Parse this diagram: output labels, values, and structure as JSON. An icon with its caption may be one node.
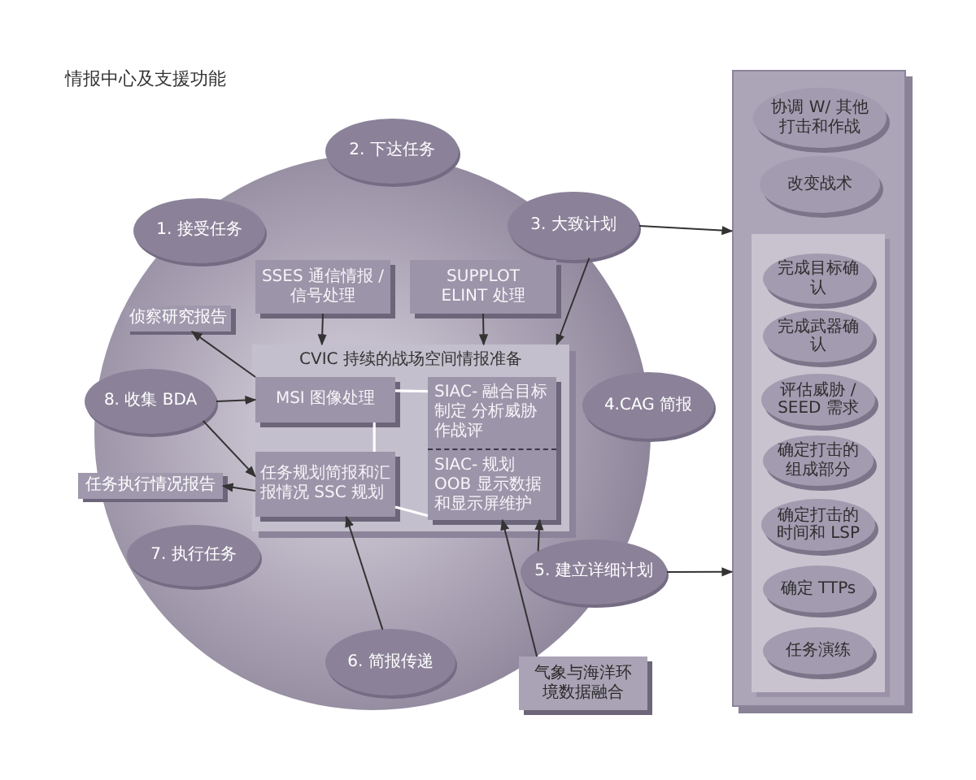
{
  "diagram": {
    "title": "情报中心及支援功能",
    "nodes": [
      {
        "text": [
          "1. 接受任务"
        ]
      },
      {
        "text": [
          "2. 下达任务"
        ]
      },
      {
        "text": [
          "3. 大致计划"
        ]
      },
      {
        "text": [
          "4.CAG 简报"
        ]
      },
      {
        "text": [
          "5. 建立详细计划"
        ]
      },
      {
        "text": [
          "6. 简报传递"
        ]
      },
      {
        "text": [
          "7. 执行任务"
        ]
      },
      {
        "text": [
          "8. 收集 BDA"
        ]
      },
      {
        "text": [
          "SSES 通信情报 / 信号处理"
        ]
      },
      {
        "text": [
          "SUPPLOT ELINT 处理"
        ]
      },
      {
        "text": [
          "CVIC 持续的战场空间情报准备"
        ]
      },
      {
        "text": [
          "MSI 图像处理"
        ],
        "in": 10
      },
      {
        "text": [
          "任务规划简报和汇报情况 SSC 规划"
        ],
        "in": 10
      },
      {
        "text": [
          "SIAC- 融合目标制定 分析威胁作战评",
          "SIAC- 规划 OOB 显示数据和显示屏维护"
        ],
        "in": 10
      },
      {
        "text": [
          "侦察研究报告"
        ]
      },
      {
        "text": [
          "任务执行情况报告"
        ]
      },
      {
        "text": [
          "气象与海洋环境数据融合"
        ]
      },
      {
        "text": [],
        "shape": "box"
      },
      {
        "text": [
          "协调 W/ 其他打击和作战"
        ],
        "in": 17
      },
      {
        "text": [
          "改变战术"
        ],
        "in": 17
      },
      {
        "text": [],
        "shape": "box",
        "in": 17
      },
      {
        "text": [
          "完成目标确认"
        ],
        "in": 20
      },
      {
        "text": [
          "完成武器确认"
        ],
        "in": 20
      },
      {
        "text": [
          "评估威胁 / SEED 需求"
        ],
        "in": 20
      },
      {
        "text": [
          "确定打击的组成部分"
        ],
        "in": 20
      },
      {
        "text": [
          "确定打击的时间和 LSP"
        ],
        "in": 20
      },
      {
        "text": [
          "确定 TTPs"
        ],
        "in": 20
      },
      {
        "text": [
          "任务演练"
        ],
        "in": 20
      }
    ],
    "edges": [
      {
        "from": 8,
        "to": 10,
        "arrow": "to"
      },
      {
        "from": 9,
        "to": 10,
        "arrow": "to"
      },
      {
        "from": 2,
        "to": 10,
        "arrow": "to"
      },
      {
        "from": 2,
        "to": 17,
        "arrow": "to"
      },
      {
        "from": 4,
        "to": 17,
        "arrow": "to"
      },
      {
        "from": 4,
        "to": 13,
        "arrow": "to"
      },
      {
        "from": 16,
        "to": 13,
        "arrow": "to"
      },
      {
        "from": 5,
        "to": 12,
        "arrow": "to"
      },
      {
        "from": 11,
        "to": 14,
        "arrow": "to"
      },
      {
        "from": 7,
        "to": 11,
        "arrow": "to"
      },
      {
        "from": 7,
        "to": 12,
        "arrow": "to"
      },
      {
        "from": 12,
        "to": 15,
        "arrow": "to"
      },
      {
        "from": 11,
        "to": 13,
        "arrow": "none",
        "color": "#ffffff"
      },
      {
        "from": 11,
        "to": 12,
        "arrow": "none",
        "color": "#ffffff"
      },
      {
        "from": 12,
        "to": 13,
        "arrow": "none",
        "color": "#ffffff"
      }
    ]
  }
}
